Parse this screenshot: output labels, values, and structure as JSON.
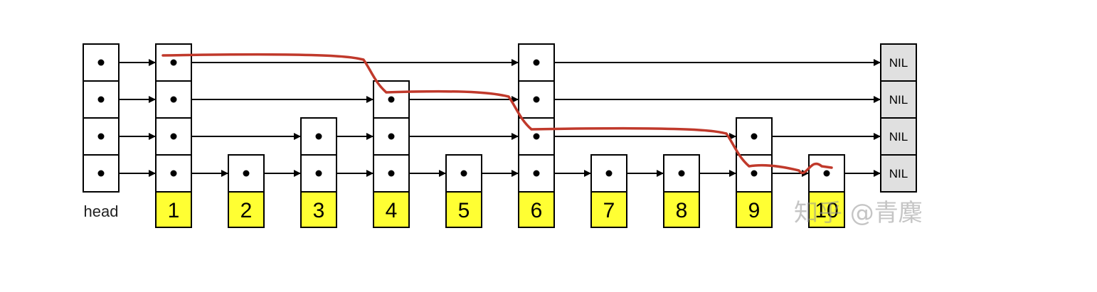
{
  "head_label": "head",
  "nil_label": "NIL",
  "watermark": "知乎 @青麇",
  "nodes": [
    {
      "key": "1",
      "height": 4
    },
    {
      "key": "2",
      "height": 1
    },
    {
      "key": "3",
      "height": 2
    },
    {
      "key": "4",
      "height": 3
    },
    {
      "key": "5",
      "height": 1
    },
    {
      "key": "6",
      "height": 4
    },
    {
      "key": "7",
      "height": 1
    },
    {
      "key": "8",
      "height": 1
    },
    {
      "key": "9",
      "height": 2
    },
    {
      "key": "10",
      "height": 1
    }
  ],
  "search_path": [
    "1",
    "4",
    "6",
    "9",
    "10"
  ],
  "colors": {
    "key_fill": "#ffff33",
    "nil_fill": "#e0e0e0",
    "path": "#c0392b",
    "line": "#000000"
  }
}
